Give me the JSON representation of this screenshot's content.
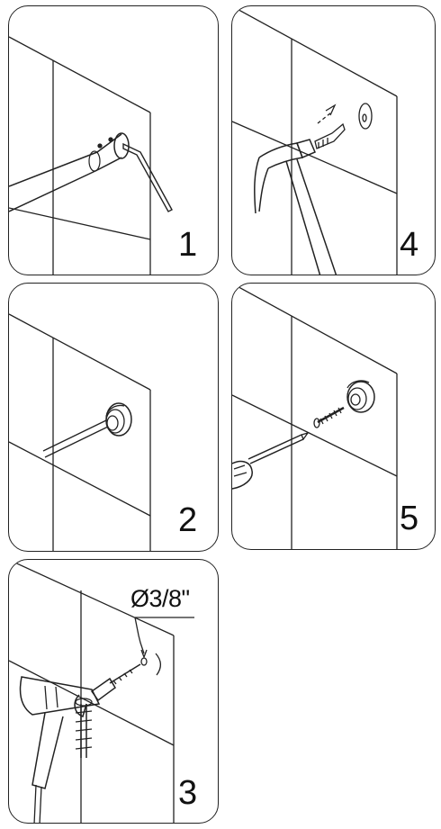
{
  "panels": [
    {
      "id": "p1",
      "step": "1",
      "content": "rod-end-with-hex-key"
    },
    {
      "id": "p4",
      "step": "4",
      "content": "hammer-anchor-into-hole"
    },
    {
      "id": "p2",
      "step": "2",
      "content": "mounting-flange-with-rod"
    },
    {
      "id": "p5",
      "step": "5",
      "content": "screwdriver-fix-flange"
    },
    {
      "id": "p3",
      "step": "3",
      "content": "drill-hole"
    }
  ],
  "drill_spec": {
    "diameter_label": "Ø3/8\""
  },
  "line_color": "#222222"
}
